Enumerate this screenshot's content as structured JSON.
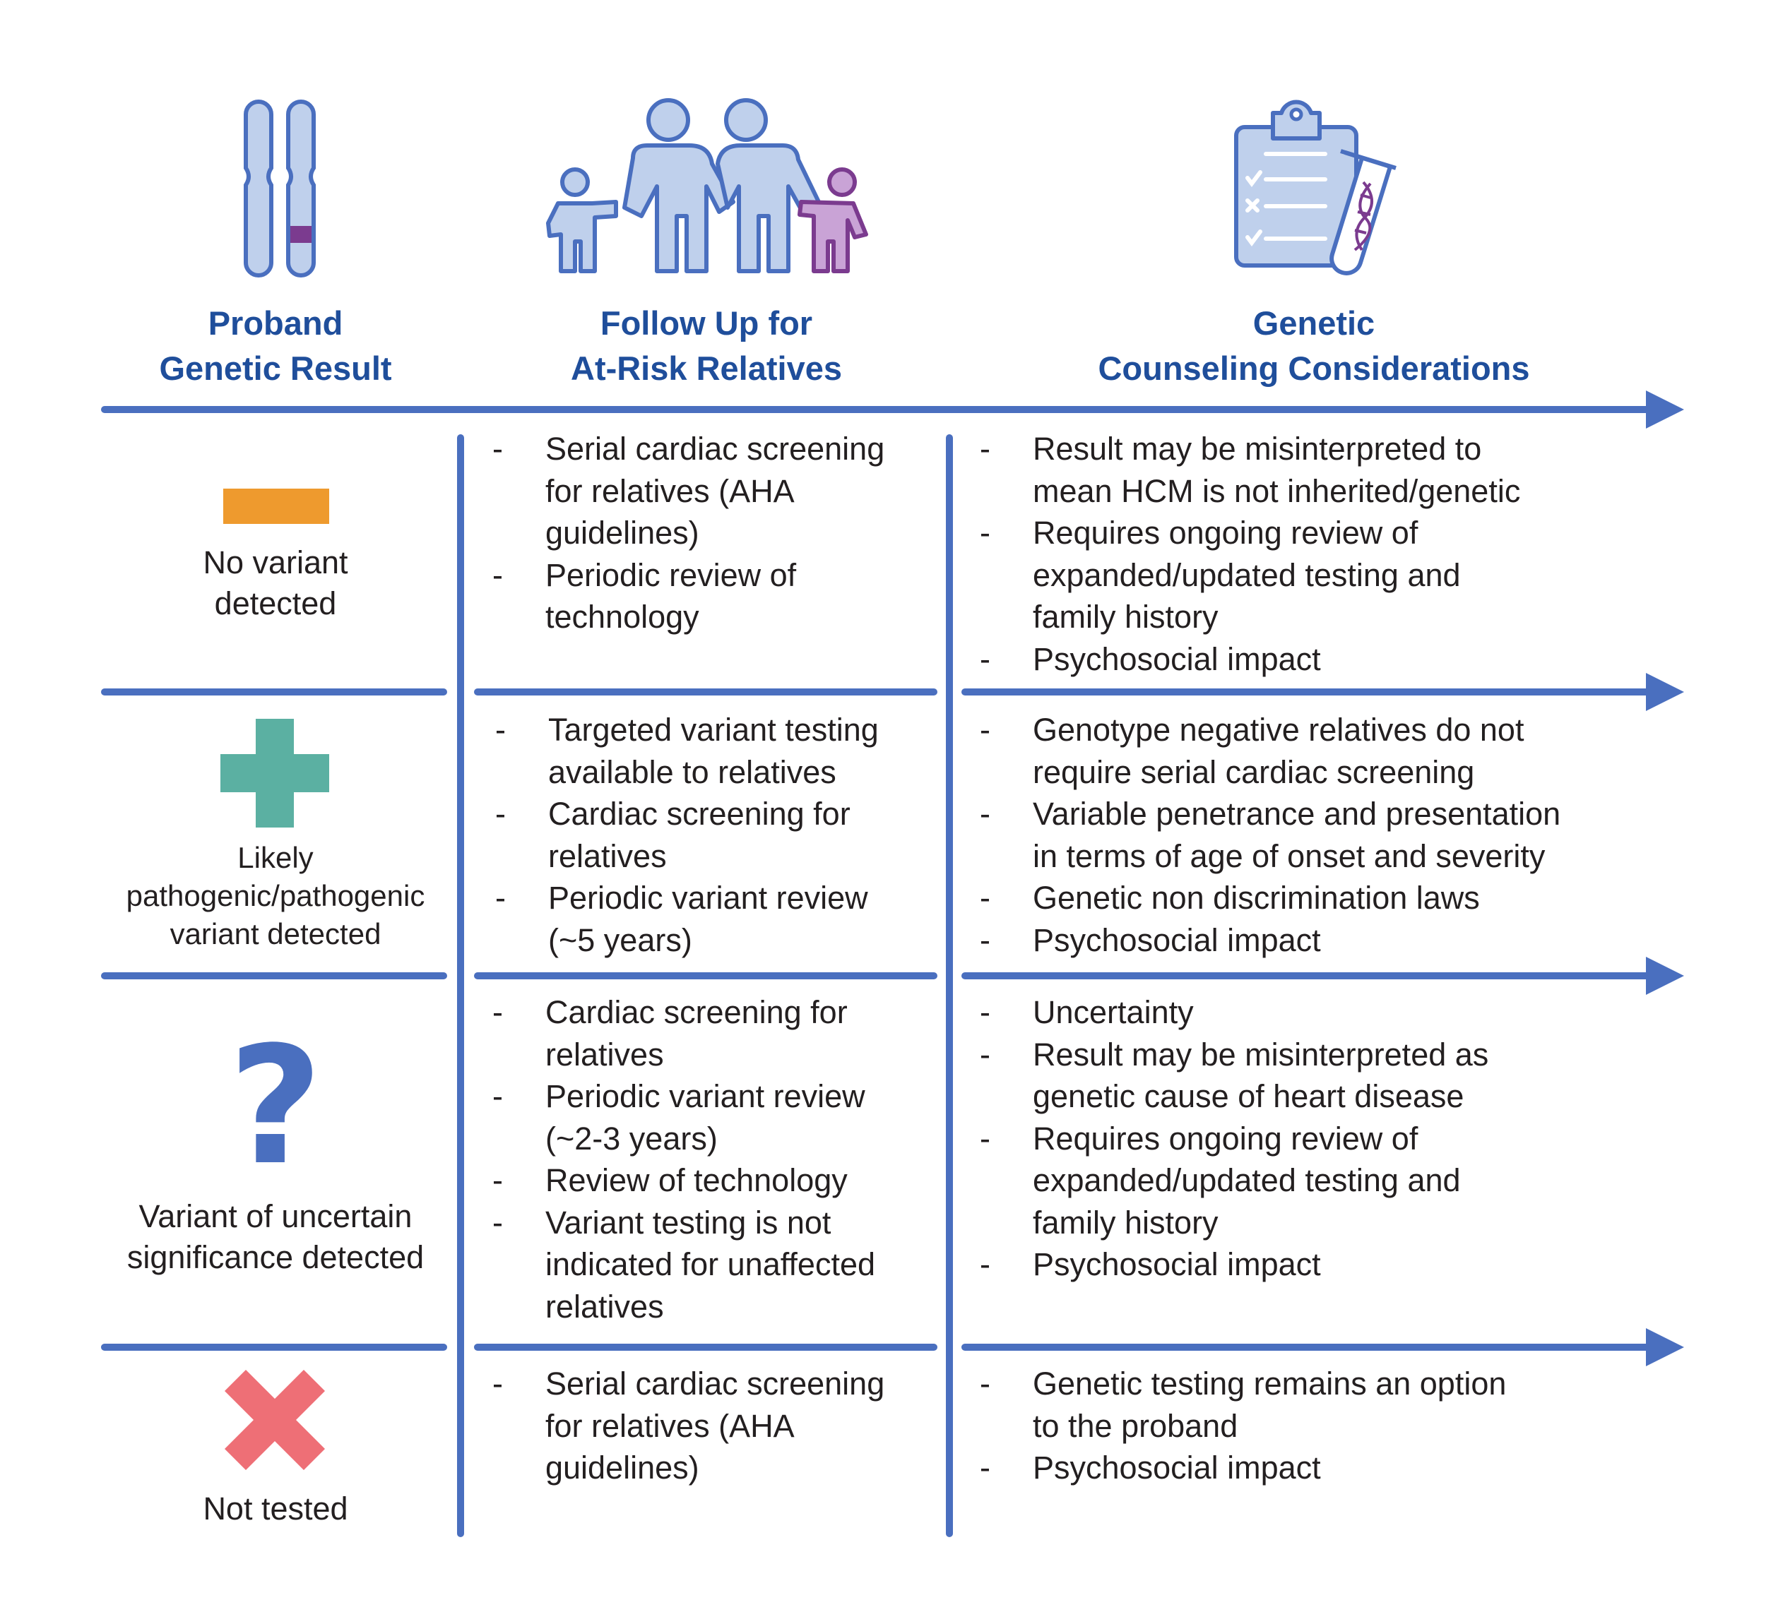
{
  "colors": {
    "line": "#4a6fbf",
    "heading": "#1f4e9b",
    "icon_fill": "#bfd0ec",
    "icon_stroke": "#4a6fbf",
    "purple": "#7b3b8f",
    "purple_light": "#c9a3d6",
    "minus": "#ee9a2e",
    "plus": "#5bb0a2",
    "question": "#4a6fbf",
    "cross": "#ee6f76"
  },
  "headers": {
    "proband": [
      "Proband",
      "Genetic Result"
    ],
    "follow_up": [
      "Follow Up for",
      "At-Risk Relatives"
    ],
    "counseling": [
      "Genetic",
      "Counseling Considerations"
    ]
  },
  "icons": {
    "proband": "chromosome-icon",
    "follow_up": "family-icon",
    "counseling": "clipboard-test-tube-icon"
  },
  "rows": [
    {
      "symbol": "minus-icon",
      "result": [
        "No variant",
        "detected"
      ],
      "follow_up": [
        [
          "Serial cardiac screening",
          "for relatives (AHA",
          "guidelines)"
        ],
        [
          "Periodic review of",
          "technology"
        ]
      ],
      "counseling": [
        [
          "Result may be misinterpreted to",
          "mean HCM is not inherited/genetic"
        ],
        [
          "Requires ongoing review of",
          "expanded/updated testing and",
          "family history"
        ],
        [
          "Psychosocial impact"
        ]
      ]
    },
    {
      "symbol": "plus-icon",
      "result": [
        "Likely",
        "pathogenic/pathogenic",
        "variant detected"
      ],
      "follow_up": [
        [
          "Targeted variant testing",
          "available to relatives"
        ],
        [
          "Cardiac screening for",
          "relatives"
        ],
        [
          "Periodic variant review",
          "(~5 years)"
        ]
      ],
      "counseling": [
        [
          "Genotype negative relatives do not",
          "require serial cardiac screening"
        ],
        [
          "Variable penetrance and presentation",
          "in terms of age of onset and severity"
        ],
        [
          "Genetic non discrimination laws"
        ],
        [
          "Psychosocial impact"
        ]
      ]
    },
    {
      "symbol": "question-icon",
      "question_mark": "?",
      "result": [
        "Variant of uncertain",
        "significance detected"
      ],
      "follow_up": [
        [
          "Cardiac screening for",
          "relatives"
        ],
        [
          "Periodic variant review",
          "(~2-3 years)"
        ],
        [
          "Review of technology"
        ],
        [
          "Variant testing is not",
          "indicated for unaffected",
          "relatives"
        ]
      ],
      "counseling": [
        [
          "Uncertainty"
        ],
        [
          "Result may be misinterpreted as",
          "genetic cause of heart disease"
        ],
        [
          "Requires ongoing review of",
          "expanded/updated testing and",
          "family history"
        ],
        [
          "Psychosocial impact"
        ]
      ]
    },
    {
      "symbol": "cross-icon",
      "result": [
        "Not tested"
      ],
      "follow_up": [
        [
          "Serial cardiac screening",
          "for relatives (AHA",
          "guidelines)"
        ]
      ],
      "counseling": [
        [
          "Genetic testing remains an option",
          "to the proband"
        ],
        [
          "Psychosocial impact"
        ]
      ]
    }
  ]
}
